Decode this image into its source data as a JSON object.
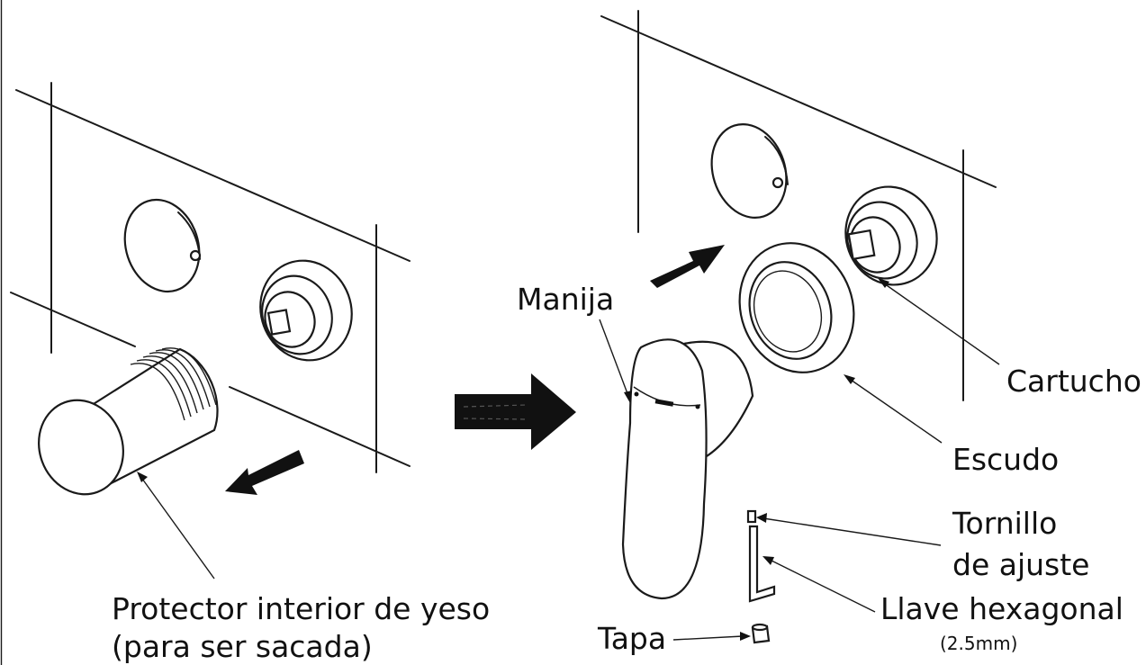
{
  "labels": {
    "manija": "Manija",
    "cartucho": "Cartucho",
    "escudo": "Escudo",
    "tornillo_line1": "Tornillo",
    "tornillo_line2": "de ajuste",
    "llave": "Llave hexagonal",
    "llave_size": "(2.5mm)",
    "protector_line1": "Protector interior de yeso",
    "protector_line2": "(para ser sacada)",
    "tapa": "Tapa"
  },
  "icons": [
    "arrow-out-icon",
    "arrow-process-icon",
    "arrow-in-icon",
    "hex-key-icon"
  ],
  "colors": {
    "line": "#1a1a1a",
    "background": "#ffffff"
  }
}
